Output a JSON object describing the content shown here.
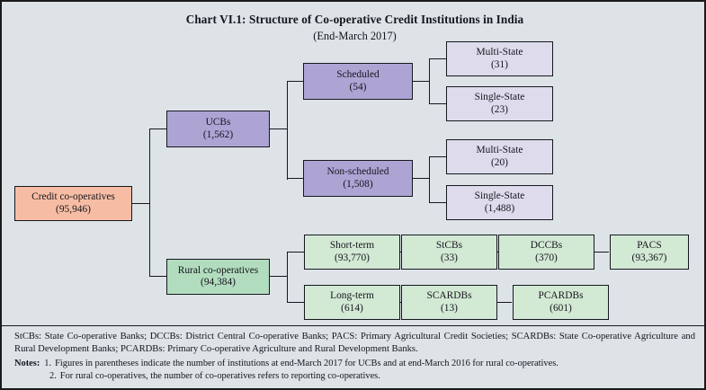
{
  "header": {
    "title": "Chart VI.1: Structure of Co-operative Credit Institutions in India",
    "subtitle": "(End-March 2017)"
  },
  "colors": {
    "background": "#dde3e6",
    "root_fill": "#f7bda4",
    "ucb_fill": "#aea4d4",
    "leaf_purple_fill": "#dedcec",
    "rural_fill": "#b2dcbe",
    "green_fill": "#d2e9d4",
    "border": "#171720",
    "text": "#15151d"
  },
  "chart_data": {
    "type": "diagram",
    "title": "Chart VI.1: Structure of Co-operative Credit Institutions in India",
    "subtitle": "(End-March 2017)",
    "nodes": [
      {
        "id": "credit",
        "label": "Credit co-operatives",
        "value": "(95,946)",
        "count": 95946,
        "level": 0
      },
      {
        "id": "ucbs",
        "label": "UCBs",
        "value": "(1,562)",
        "count": 1562,
        "level": 1
      },
      {
        "id": "scheduled",
        "label": "Scheduled",
        "value": "(54)",
        "count": 54,
        "level": 2
      },
      {
        "id": "multi_sch",
        "label": "Multi-State",
        "value": "(31)",
        "count": 31,
        "level": 3
      },
      {
        "id": "single_sch",
        "label": "Single-State",
        "value": "(23)",
        "count": 23,
        "level": 3
      },
      {
        "id": "nonscheduled",
        "label": "Non-scheduled",
        "value": "(1,508)",
        "count": 1508,
        "level": 2
      },
      {
        "id": "multi_non",
        "label": "Multi-State",
        "value": "(20)",
        "count": 20,
        "level": 3
      },
      {
        "id": "single_non",
        "label": "Single-State",
        "value": "(1,488)",
        "count": 1488,
        "level": 3
      },
      {
        "id": "rural",
        "label": "Rural co-operatives",
        "value": "(94,384)",
        "count": 94384,
        "level": 1
      },
      {
        "id": "shortterm",
        "label": "Short-term",
        "value": "(93,770)",
        "count": 93770,
        "level": 2
      },
      {
        "id": "stcbs",
        "label": "StCBs",
        "value": "(33)",
        "count": 33,
        "level": 3
      },
      {
        "id": "dccbs",
        "label": "DCCBs",
        "value": "(370)",
        "count": 370,
        "level": 4
      },
      {
        "id": "pacs",
        "label": "PACS",
        "value": "(93,367)",
        "count": 93367,
        "level": 5
      },
      {
        "id": "longterm",
        "label": "Long-term",
        "value": "(614)",
        "count": 614,
        "level": 2
      },
      {
        "id": "scardbs",
        "label": "SCARDBs",
        "value": "(13)",
        "count": 13,
        "level": 3
      },
      {
        "id": "pcardbs",
        "label": "PCARDBs",
        "value": "(601)",
        "count": 601,
        "level": 4
      }
    ],
    "edges": [
      [
        "credit",
        "ucbs"
      ],
      [
        "credit",
        "rural"
      ],
      [
        "ucbs",
        "scheduled"
      ],
      [
        "ucbs",
        "nonscheduled"
      ],
      [
        "scheduled",
        "multi_sch"
      ],
      [
        "scheduled",
        "single_sch"
      ],
      [
        "nonscheduled",
        "multi_non"
      ],
      [
        "nonscheduled",
        "single_non"
      ],
      [
        "rural",
        "shortterm"
      ],
      [
        "rural",
        "longterm"
      ],
      [
        "shortterm",
        "stcbs"
      ],
      [
        "stcbs",
        "dccbs"
      ],
      [
        "dccbs",
        "pacs"
      ],
      [
        "longterm",
        "scardbs"
      ],
      [
        "scardbs",
        "pcardbs"
      ]
    ]
  },
  "footnotes": {
    "abbreviations": "StCBs: State Co-operative Banks; DCCBs: District Central Co-operative Banks; PACS: Primary Agricultural Credit Societies; SCARDBs: State Co-operative Agriculture and Rural Development Banks; PCARDBs: Primary Co-operative Agriculture and Rural Development Banks.",
    "notes_label": "Notes:",
    "notes": [
      {
        "num": "1.",
        "text": "Figures in parentheses indicate the number of institutions at end-March 2017 for UCBs and at end-March 2016 for rural co-operatives."
      },
      {
        "num": "2.",
        "text": "For rural co-operatives, the number of co-operatives refers to reporting co-operatives."
      }
    ]
  }
}
